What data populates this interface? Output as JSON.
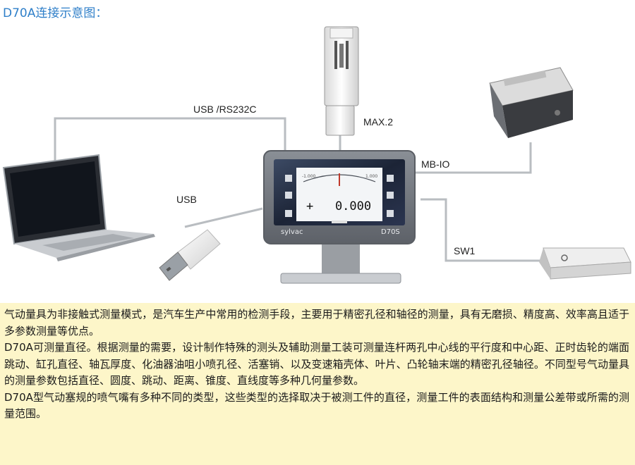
{
  "title": "D70A连接示意图：",
  "diagram": {
    "labels": {
      "usb_rs232c": "USB /RS232C",
      "max2": "MAX.2",
      "mb_io": "MB-IO",
      "usb": "USB",
      "sw1": "SW1"
    },
    "display": {
      "reading": "+   0.000",
      "brand": "sylvac",
      "model": "D70S",
      "scale_left": "-1.000",
      "scale_right": "1.000"
    }
  },
  "description": {
    "paragraphs": [
      "气动量具为非接触式测量模式，是汽车生产中常用的检测手段，主要用于精密孔径和轴径的测量，具有无磨损、精度高、效率高且适于多参数测量等优点。",
      "D70A可测量直径。根据测量的需要，设计制作特殊的测头及辅助测量工装可测量连杆两孔中心线的平行度和中心距、正时齿轮的端面跳动、缸孔直径、轴瓦厚度、化油器油咀小喷孔径、活塞销、以及变速箱壳体、叶片、凸轮轴末端的精密孔径轴径。不同型号气动量具的测量参数包括直径、圆度、跳动、距离、锥度、直线度等多种几何量参数。",
      "D70A型气动塞规的喷气嘴有多种不同的类型，这些类型的选择取决于被测工件的直径，测量工件的表面结构和测量公差带或所需的测量范围。"
    ]
  }
}
